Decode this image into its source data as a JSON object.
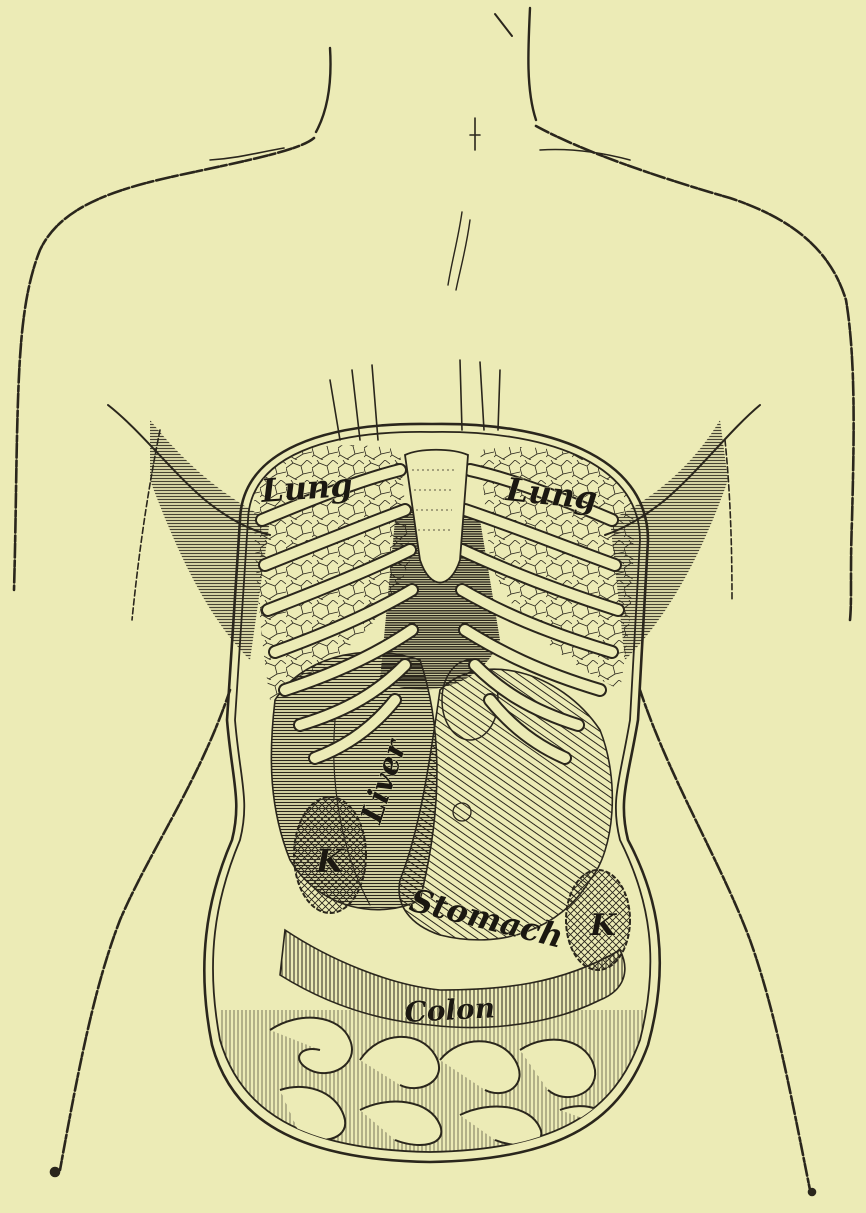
{
  "figure": {
    "palette": {
      "paper": "#ecebb6",
      "ink": "#2a261c",
      "shade": "#5a5446",
      "rib": "#ecebb6"
    },
    "labels": {
      "left_lung": "Lung",
      "right_lung": "Lung",
      "liver": "Liver",
      "stomach": "Stomach",
      "left_kidney": "K",
      "right_kidney": "K",
      "colon": "Colon"
    }
  }
}
